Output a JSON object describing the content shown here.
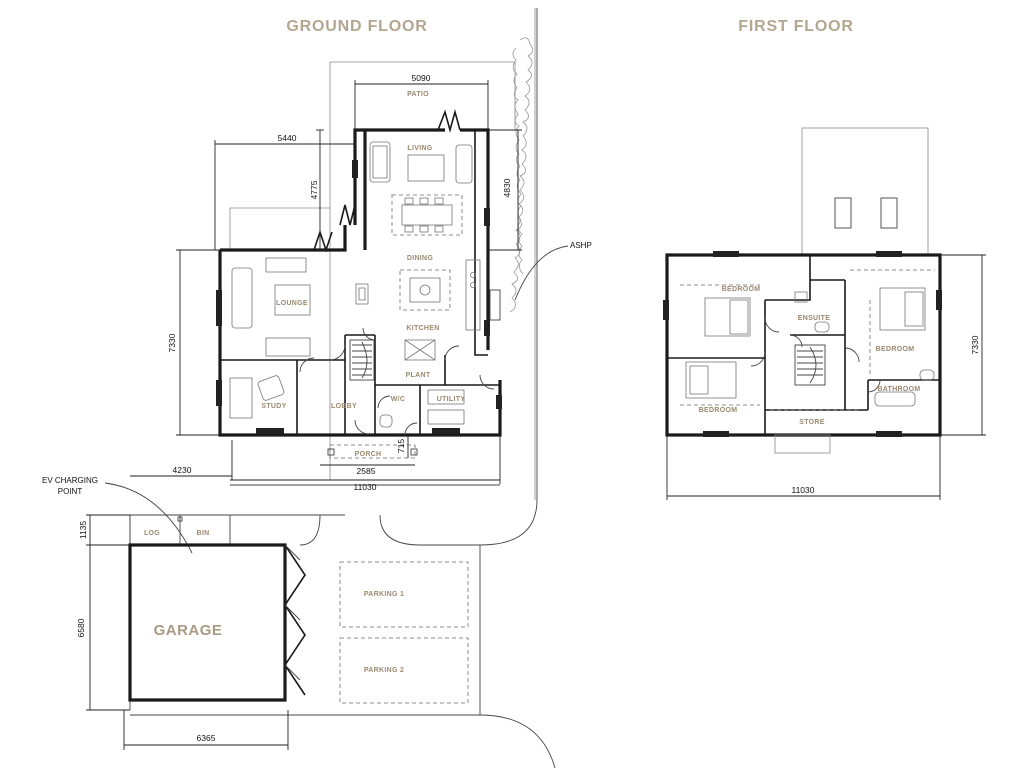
{
  "titles": {
    "ground_floor": "GROUND FLOOR",
    "first_floor": "FIRST FLOOR"
  },
  "ground_rooms": {
    "patio": "PATIO",
    "living": "LIVING",
    "dining": "DINING",
    "lounge": "LOUNGE",
    "kitchen": "KITCHEN",
    "plant": "PLANT",
    "study": "STUDY",
    "lobby": "LOBBY",
    "wc": "W/C",
    "utility": "UTILITY",
    "porch": "PORCH"
  },
  "ground_dims": {
    "d5090": "5090",
    "d5440": "5440",
    "d4775": "4775",
    "d4830": "4830",
    "d7330": "7330",
    "d2585": "2585",
    "d715": "715",
    "d4230": "4230",
    "d11030": "11030"
  },
  "annotations": {
    "ashp": "ASHP",
    "ev_line1": "EV CHARGING",
    "ev_line2": "POINT"
  },
  "garage": {
    "title": "GARAGE",
    "log": "LOG",
    "bin": "BIN",
    "d1135": "1135",
    "d6580": "6580",
    "d6365": "6365"
  },
  "parking": {
    "p1": "PARKING 1",
    "p2": "PARKING 2"
  },
  "first_rooms": {
    "bedroom1": "BEDROOM",
    "bedroom2": "BEDROOM",
    "bedroom3": "BEDROOM",
    "ensuite": "ENSUITE",
    "bathroom": "BATHROOM",
    "store": "STORE"
  },
  "first_dims": {
    "d7330": "7330",
    "d11030": "11030"
  }
}
